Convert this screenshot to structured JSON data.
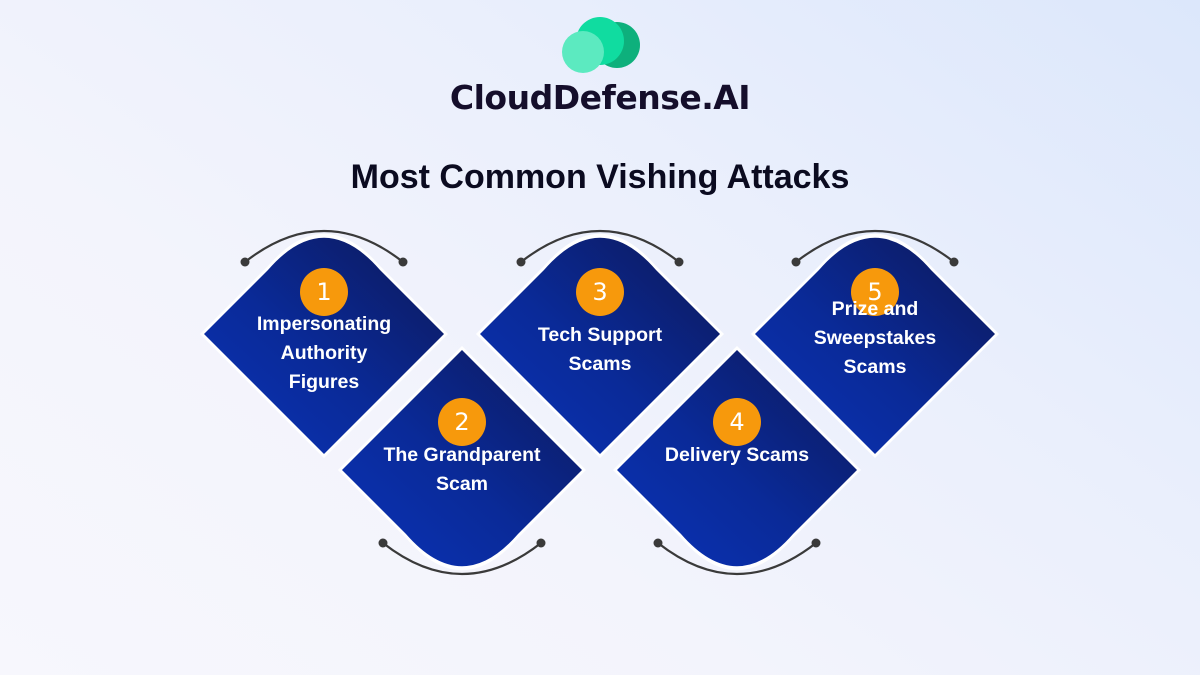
{
  "brand": {
    "name": "CloudDefense.AI",
    "logo_icon": "cloud-icon",
    "colors": {
      "cloud_light": "#5ceac0",
      "cloud_mid": "#10dca0",
      "cloud_dark": "#0eb07c"
    }
  },
  "title": "Most Common Vishing Attacks",
  "colors": {
    "diamond_light": "#0a33b8",
    "diamond_dark": "#0d1858",
    "badge": "#f7990c",
    "connector": "#3a3a3a"
  },
  "items": [
    {
      "number": "1",
      "lines": [
        "Impersonating",
        "Authority",
        "Figures"
      ],
      "row": "top"
    },
    {
      "number": "2",
      "lines": [
        "The Grandparent",
        "Scam"
      ],
      "row": "bottom"
    },
    {
      "number": "3",
      "lines": [
        "Tech Support",
        "Scams"
      ],
      "row": "top"
    },
    {
      "number": "4",
      "lines": [
        "Delivery Scams"
      ],
      "row": "bottom"
    },
    {
      "number": "5",
      "lines": [
        "Prize and",
        "Sweepstakes",
        "Scams"
      ],
      "row": "top"
    }
  ]
}
